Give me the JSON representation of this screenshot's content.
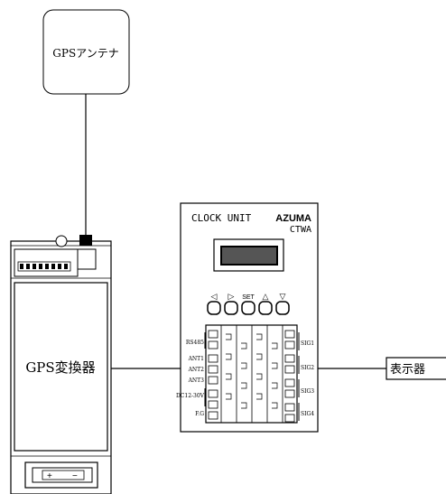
{
  "antenna": {
    "label": "GPSアンテナ"
  },
  "converter": {
    "label": "GPS変換器"
  },
  "clock_unit": {
    "title": "CLOCK UNIT",
    "brand": "AZUMA",
    "model": "CTWA",
    "set_label": "SET",
    "left_terminals": [
      "RS485",
      "ANT1",
      "ANT2",
      "ANT3",
      "DC12-30V",
      "F.G"
    ],
    "right_terminals": [
      "SIG1",
      "SIG2",
      "SIG3",
      "SIG4"
    ]
  },
  "display": {
    "label": "表示器"
  }
}
